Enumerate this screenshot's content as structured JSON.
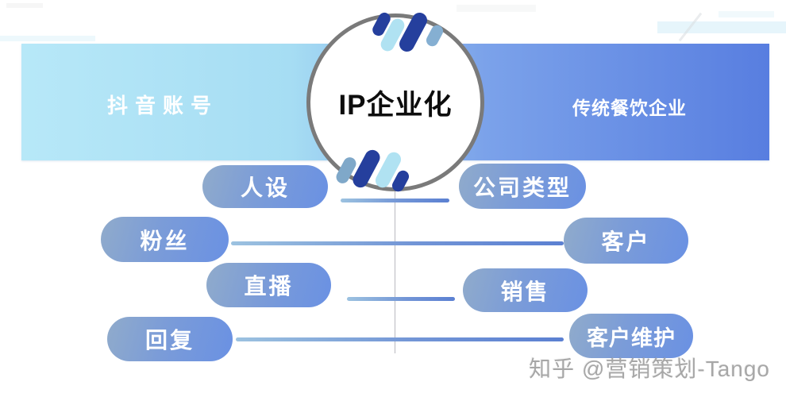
{
  "diagram": {
    "center_label": "IP企业化",
    "left_header": "抖音账号",
    "right_header": "传统餐饮企业",
    "pairs": [
      {
        "left": "人设",
        "right": "公司类型"
      },
      {
        "left": "粉丝",
        "right": "客户"
      },
      {
        "left": "直播",
        "right": "销售"
      },
      {
        "left": "回复",
        "right": "客户维护"
      }
    ],
    "watermark": "知乎 @营销策划-Tango",
    "colors": {
      "banner_left": "#b7e8f8",
      "banner_right": "#587ee0",
      "pill_gradient_start": "#90abcb",
      "pill_gradient_end": "#6a91e3",
      "connector_line": "#7295d6",
      "circle_border": "#7a7a7a",
      "stripe_navy": "#253f9d",
      "stripe_light_cyan": "#b0e2f2",
      "stripe_steel_blue": "#85afd2",
      "watermark_gray": "#a7a7a7"
    }
  }
}
